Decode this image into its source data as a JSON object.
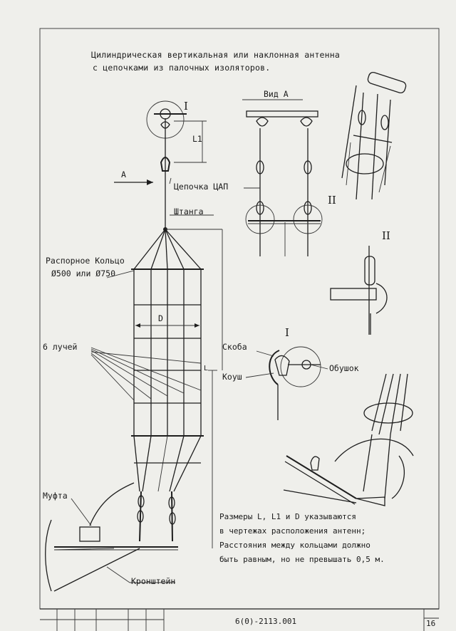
{
  "title": {
    "line1": "Цилиндрическая вертикальная или наклонная антенна",
    "line2": "с цепочками из палочных изоляторов."
  },
  "labels": {
    "view_a": "Вид А",
    "roman_1_top": "I",
    "l1": "L1",
    "arrow_a": "А",
    "chain": "Цепочка ЦАП",
    "rod": "Штанга",
    "roman_2_a": "II",
    "roman_2_b": "II",
    "ring_line1": "Распорное Кольцо",
    "ring_line2": "Ø500 или Ø750",
    "dim_d": "D",
    "rays": "6 лучей",
    "bracket_clip": "Скоба",
    "roman_1_detail": "I",
    "eyebolt": "Обушок",
    "thimble": "Коуш",
    "dim_l": "L",
    "coupling": "Муфта",
    "brackets": "Кронштейн"
  },
  "note": {
    "line1": "Размеры L, L1 и D указываются",
    "line2": "в чертежах расположения антенн;",
    "line3": "Расстояния между кольцами должно",
    "line4": "быть равным, но не превышать 0,5 м."
  },
  "stamp": {
    "code": "6(0)-2113.001",
    "sheet": "16"
  }
}
